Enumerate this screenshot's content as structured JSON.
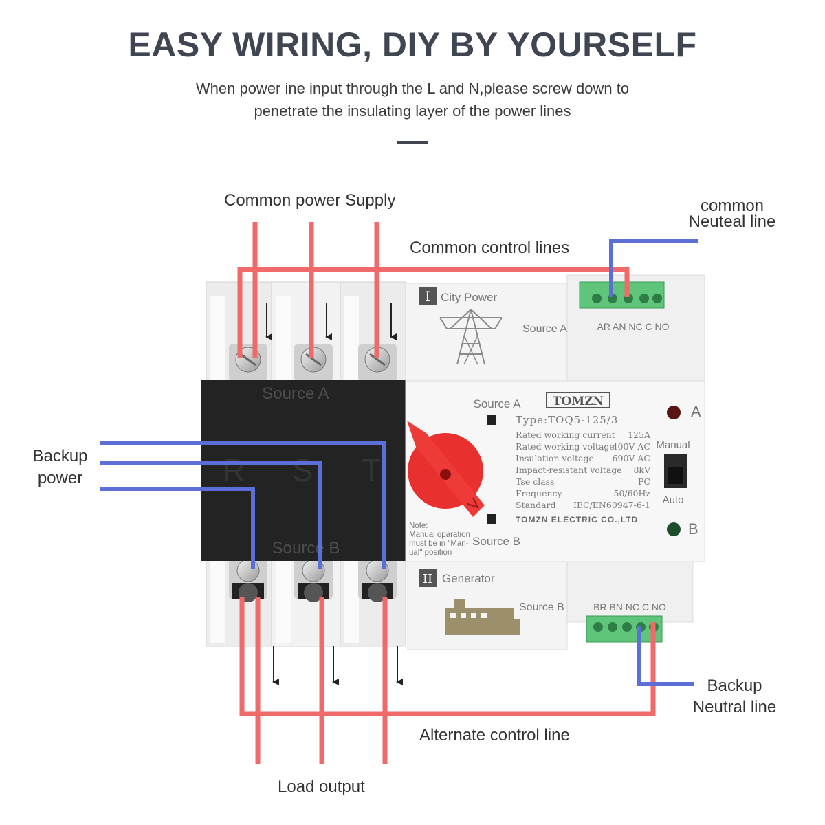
{
  "header": {
    "title": "EASY WIRING, DIY BY YOURSELF",
    "subtitle_line1": "When power ine input through the L and N,please screw down to",
    "subtitle_line2": "penetrate the insulating layer of the power lines"
  },
  "callouts": {
    "common_power_supply": "Common power Supply",
    "common_control_lines": "Common control lines",
    "common_neutral_line_1": "common",
    "common_neutral_line_2": "Neuteal line",
    "backup_power_1": "Backup",
    "backup_power_2": "power",
    "backup_neutral_1": "Backup",
    "backup_neutral_2": "Neutral line",
    "alternate_control_line": "Alternate control line",
    "load_output": "Load output"
  },
  "device": {
    "cover_top_label": "Source A",
    "cover_bottom_label": "Source B",
    "phase_labels": [
      "R",
      "S",
      "T"
    ],
    "city_power_numeral": "I",
    "city_power_label": "City Power",
    "source_a_module_label": "Source A",
    "generator_numeral": "II",
    "generator_label": "Generator",
    "source_b_module_label": "Source B",
    "top_terminal_labels": "AR AN NC C NO",
    "bottom_terminal_labels": "BR BN NC C NO",
    "panel_source_a": "Source A",
    "panel_source_b": "Source B",
    "brand": "TOMZN",
    "type": "Type:TOQ5-125/3",
    "specs": [
      {
        "name": "Rated working current",
        "value": "125A"
      },
      {
        "name": "Rated working voltage",
        "value": "400V AC"
      },
      {
        "name": "Insulation voltage",
        "value": "690V AC"
      },
      {
        "name": "Impact-resistant voltage",
        "value": "8kV"
      },
      {
        "name": "Tse class",
        "value": "PC"
      },
      {
        "name": "Frequency",
        "value": "-50/60Hz"
      },
      {
        "name": "Standard",
        "value": "IEC/EN60947-6-1"
      }
    ],
    "manufacturer": "TOMZN ELECTRIC CO.,LTD",
    "indicator_a": "A",
    "indicator_b": "B",
    "mode_manual": "Manual",
    "mode_auto": "Auto",
    "note_lines": [
      "Note:",
      "Manual oparation",
      "must be in \"Man-",
      "ual\" position"
    ]
  },
  "colors": {
    "power_wire": "#f06a6a",
    "neutral_wire": "#5b6fd6",
    "title": "#3f4551",
    "cover": "#222222",
    "handle": "#e8312f",
    "terminal_block": "#5fc57a"
  }
}
